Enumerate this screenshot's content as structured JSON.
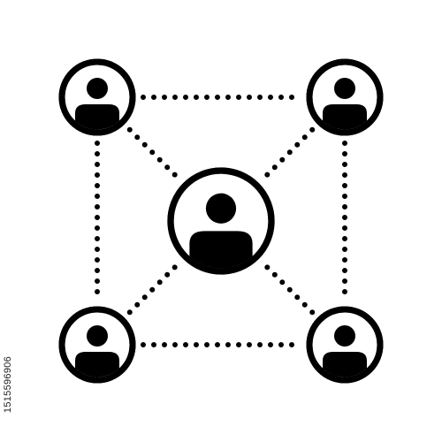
{
  "image_id_text": "1515596906",
  "colors": {
    "background": "#ffffff",
    "ink": "#000000"
  },
  "network": {
    "nodes": [
      {
        "name": "top-left",
        "icon": "user-icon"
      },
      {
        "name": "top-right",
        "icon": "user-icon"
      },
      {
        "name": "center",
        "icon": "user-icon"
      },
      {
        "name": "bottom-left",
        "icon": "user-icon"
      },
      {
        "name": "bottom-right",
        "icon": "user-icon"
      }
    ],
    "connections": [
      [
        "top-left",
        "top-right"
      ],
      [
        "bottom-left",
        "bottom-right"
      ],
      [
        "top-left",
        "bottom-left"
      ],
      [
        "top-right",
        "bottom-right"
      ],
      [
        "top-left",
        "center"
      ],
      [
        "top-right",
        "center"
      ],
      [
        "bottom-left",
        "center"
      ],
      [
        "bottom-right",
        "center"
      ]
    ],
    "connection_style": "dotted"
  }
}
